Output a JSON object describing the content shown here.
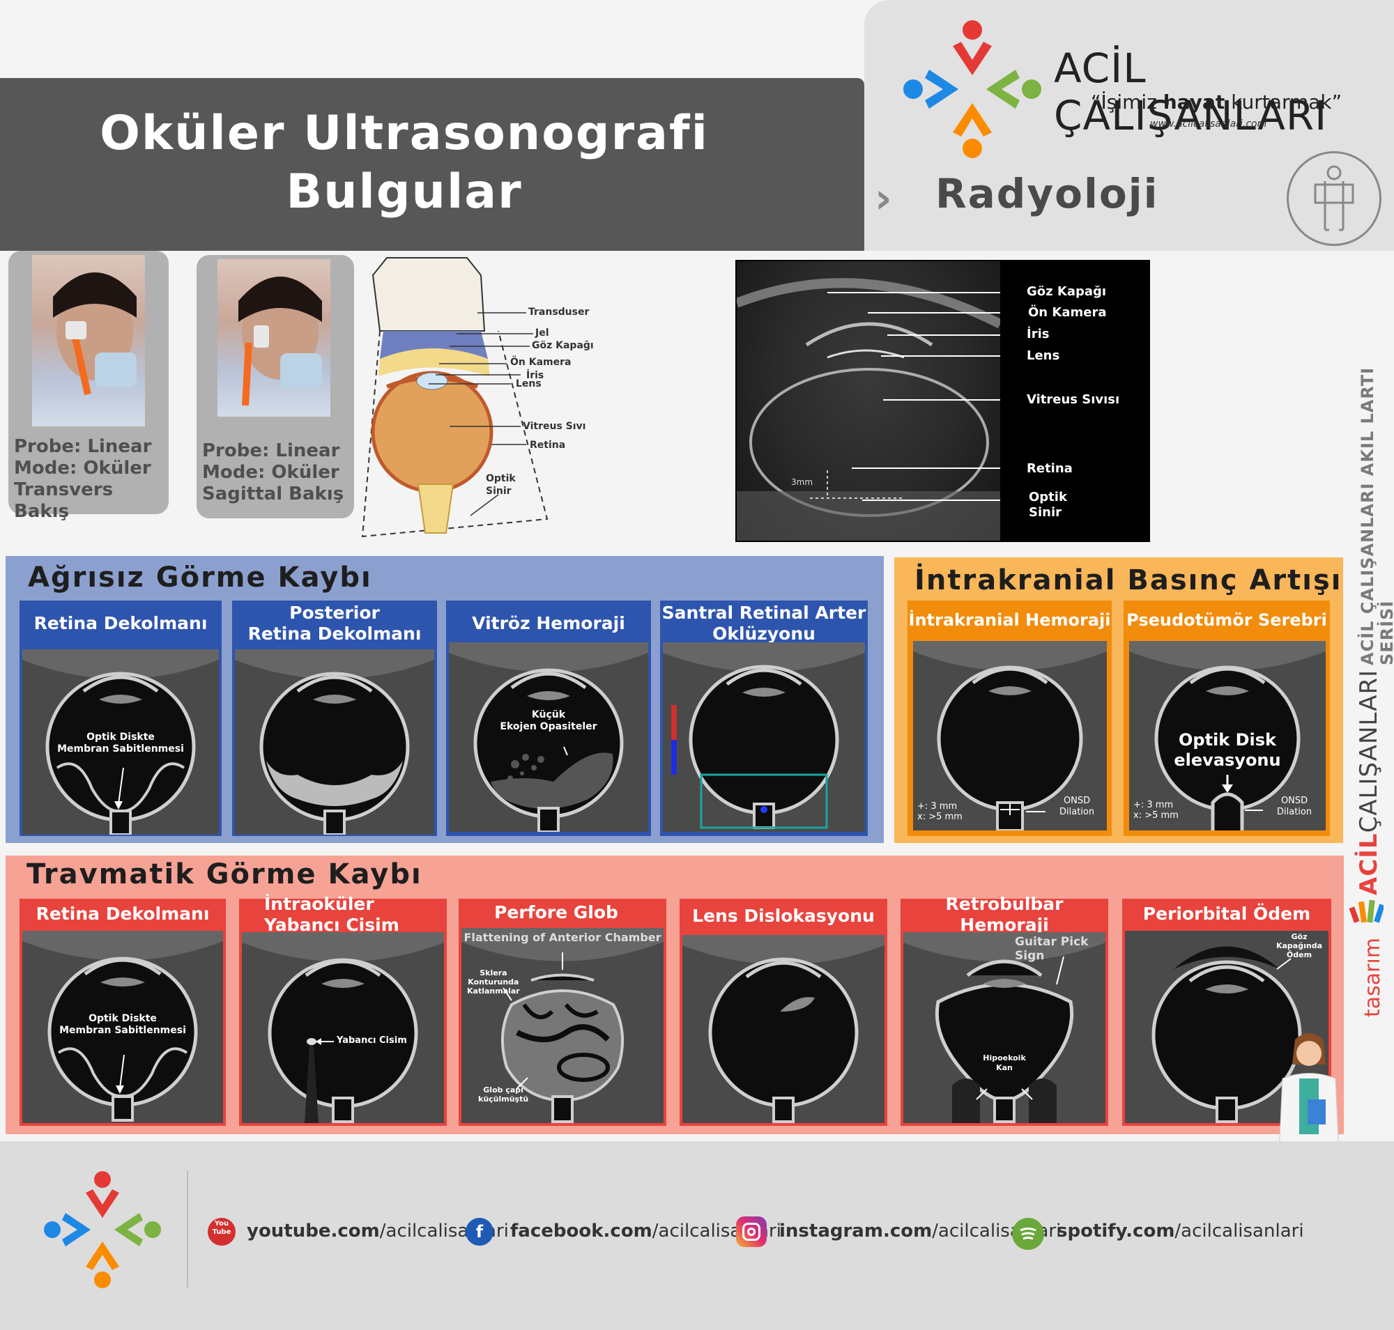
{
  "header": {
    "title_line1": "Oküler Ultrasonografi",
    "title_line2": "Bulgular",
    "brand_name": "ACİL ÇALIŞANLARI",
    "slogan_open": "“İşimiz ",
    "slogan_bold": "hayat",
    "slogan_close": " kurtarmak”",
    "url": "www.acilcalisanlari.com",
    "category": "Radyoloji"
  },
  "probe_cards": [
    {
      "line1": "Probe: Linear",
      "line2": "Mode: Oküler",
      "line3": "Transvers Bakış"
    },
    {
      "line1": "Probe: Linear",
      "line2": "Mode: Oküler",
      "line3": "Sagittal Bakış"
    }
  ],
  "anatomy_labels": {
    "transducer": "Transduser",
    "gel": "Jel",
    "eyelid": "Göz Kapağı",
    "anterior": "Ön Kamera",
    "iris": "İris",
    "lens": "Lens",
    "vitreous": "Vitreus Sıvı",
    "retina": "Retina",
    "optic1": "Optik",
    "optic2": "Sinir"
  },
  "ultrasound_labels": {
    "eyelid": "Göz Kapağı",
    "anterior": "Ön Kamera",
    "iris": "İris",
    "lens": "Lens",
    "vitreous": "Vitreus Sıvısı",
    "retina": "Retina",
    "optic1": "Optik",
    "optic2": "Sinir",
    "scale": "3mm"
  },
  "section_painless": {
    "title": "Ağrısız Görme Kaybı",
    "cards": [
      {
        "title": "Retina Dekolmanı",
        "a1": "Optik Diskte",
        "a2": "Membran Sabitlenmesi"
      },
      {
        "title1": "Posterior",
        "title2": "Retina Dekolmanı"
      },
      {
        "title": "Vitröz Hemoraji",
        "a1": "Küçük",
        "a2": "Ekojen Opasiteler"
      },
      {
        "title1": "Santral Retinal Arter",
        "title2": "Oklüzyonu"
      }
    ]
  },
  "section_icp": {
    "title": "İntrakranial Basınç Artışı",
    "cards": [
      {
        "title": "İntrakranial Hemoraji",
        "m1": "+: 3 mm",
        "m2": "x: >5 mm",
        "o1": "ONSD",
        "o2": "Dilation"
      },
      {
        "title": "Pseudotümör Serebri",
        "e1": "Optik Disk",
        "e2": "elevasyonu",
        "m1": "+: 3 mm",
        "m2": "x: >5 mm",
        "o1": "ONSD",
        "o2": "Dilation"
      }
    ]
  },
  "section_trauma": {
    "title": "Travmatik Görme Kaybı",
    "cards": [
      {
        "title": "Retina Dekolmanı",
        "a1": "Optik Diskte",
        "a2": "Membran Sabitlenmesi"
      },
      {
        "title1": "İntraoküler",
        "title2": "Yabancı Cisim",
        "a1": "Yabancı Cisim"
      },
      {
        "title": "Perfore Glob",
        "a0": "Flattening of Anterior Chamber",
        "a1": "Sklera",
        "a2": "Konturunda",
        "a3": "Katlanmalar",
        "a4": "Glob çapı",
        "a5": "küçülmüştü"
      },
      {
        "title": "Lens Dislokasyonu"
      },
      {
        "title": "Retrobulbar Hemoraji",
        "a1": "Guitar Pick Sign",
        "a2": "Hipoekoik",
        "a3": "Kan"
      },
      {
        "title": "Periorbital Ödem",
        "a1": "Göz",
        "a2": "Kapağında",
        "a3": "Ödem"
      }
    ]
  },
  "sidebar": {
    "series": "ACİL ÇALIŞANLARI AKIL LARTI SERİSİ",
    "brand_red": "ACİL",
    "brand_dark": "ÇALIŞANLARI",
    "design": "tasarım"
  },
  "footer": {
    "youtube_bold": "youtube.com",
    "youtube_rest": "/acilcalisanlari",
    "youtube_icon": "You Tube",
    "facebook_bold": "facebook.com",
    "facebook_rest": "/acilcalisanlari",
    "instagram_bold": "instagram.com",
    "instagram_rest": "/acilcalisanlari",
    "spotify_bold": "spotify.com",
    "spotify_rest": "/acilcalisanlari"
  },
  "colors": {
    "blue": "#2e55ad",
    "orange": "#f39512",
    "red": "#e8433d",
    "header_gray": "#575757"
  }
}
